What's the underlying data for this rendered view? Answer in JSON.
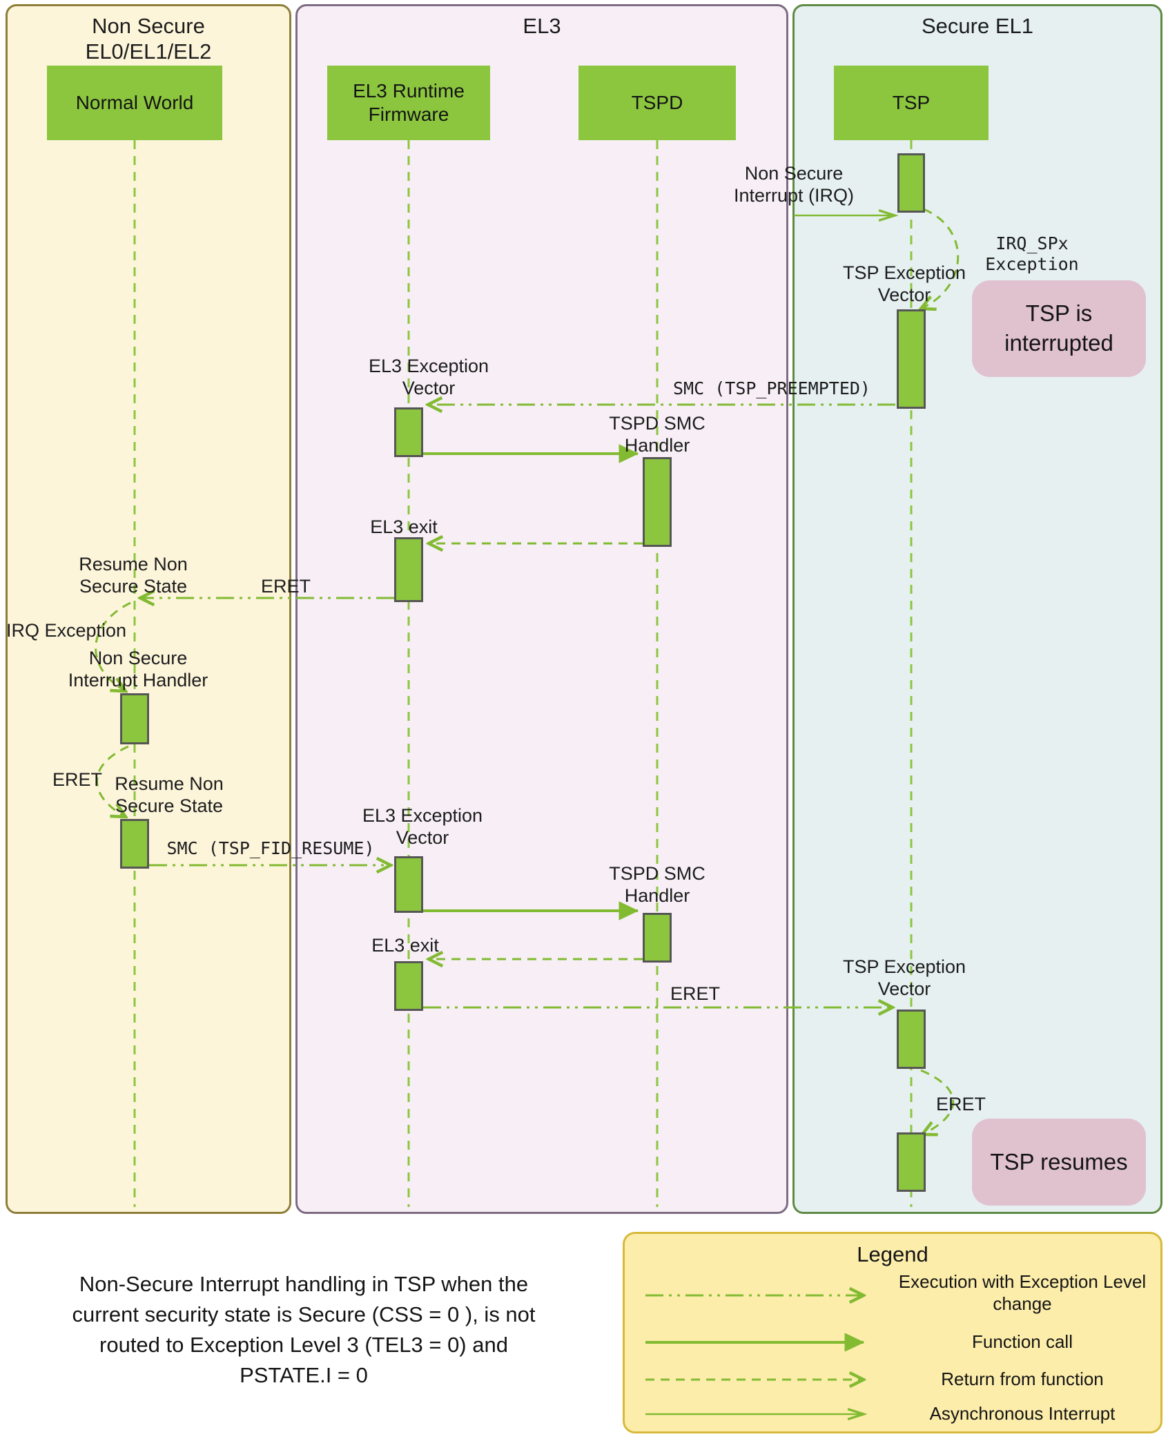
{
  "lanes": [
    {
      "title": "Non Secure\nEL0/EL1/EL2"
    },
    {
      "title": "EL3"
    },
    {
      "title": "Secure EL1"
    }
  ],
  "actors": [
    {
      "label": "Normal World"
    },
    {
      "label": "EL3 Runtime\nFirmware"
    },
    {
      "label": "TSPD"
    },
    {
      "label": "TSP"
    }
  ],
  "messages": {
    "non_secure_irq": "Non Secure\nInterrupt (IRQ)",
    "irq_spx": "IRQ_SPx Exception",
    "tsp_exc_vector_1": "TSP Exception\nVector",
    "el3_exc_vector_1": "EL3 Exception\nVector",
    "smc_preempted": "SMC (TSP_PREEMPTED)",
    "tspd_smc_handler_1": "TSPD SMC\nHandler",
    "el3_exit_1": "EL3 exit",
    "eret_1": "ERET",
    "resume_ns_1": "Resume Non\nSecure State",
    "irq_exception": "IRQ Exception",
    "ns_int_handler": "Non Secure\nInterrupt Handler",
    "eret_2": "ERET",
    "resume_ns_2": "Resume Non\nSecure State",
    "smc_resume": "SMC (TSP_FID_RESUME)",
    "el3_exc_vector_2": "EL3 Exception\nVector",
    "tspd_smc_handler_2": "TSPD SMC\nHandler",
    "el3_exit_2": "EL3 exit",
    "eret_3": "ERET",
    "tsp_exc_vector_2": "TSP Exception\nVector",
    "eret_4": "ERET"
  },
  "notes": {
    "interrupted": "TSP is\ninterrupted",
    "resumes": "TSP resumes"
  },
  "caption": "Non-Secure Interrupt handling in TSP when the\ncurrent security state is Secure (CSS = 0 ), is not\nrouted to Exception Level 3 (TEL3 = 0) and\nPSTATE.I = 0",
  "legend": {
    "title": "Legend",
    "items": [
      {
        "label": "Execution with Exception Level\nchange",
        "style": "dash-dot-dot-open-arrow"
      },
      {
        "label": "Function call",
        "style": "solid-filled-arrow"
      },
      {
        "label": "Return from function",
        "style": "dashed-open-arrow"
      },
      {
        "label": "Asynchronous Interrupt",
        "style": "solid-thin-arrow"
      }
    ]
  },
  "colors": {
    "box_green": "#8cc63f",
    "wire_green": "#82ba32",
    "activation_border": "#565654",
    "lane_non_secure_fill": "#fcf5da",
    "lane_non_secure_border": "#8f7d3a",
    "lane_el3_fill": "#f7eff5",
    "lane_el3_border": "#7d6b83",
    "lane_secure_el1_fill": "#e6f0f1",
    "lane_secure_el1_border": "#5e8a43",
    "note_pink": "#e0c2cf",
    "legend_fill": "#fcedaa",
    "legend_border": "#d8b93c",
    "text": "#141414"
  }
}
